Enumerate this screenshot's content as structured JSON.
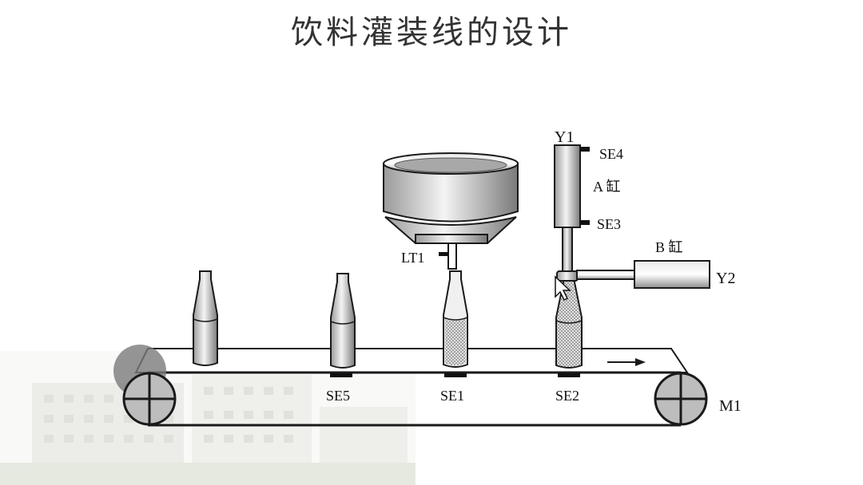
{
  "title": "饮料灌装线的设计",
  "labels": {
    "y1": "Y1",
    "se4": "SE4",
    "cyl_a": "A 缸",
    "se3": "SE3",
    "cyl_b": "B 缸",
    "y2": "Y2",
    "lt1": "LT1",
    "se5": "SE5",
    "se1": "SE1",
    "se2": "SE2",
    "m1": "M1"
  },
  "colors": {
    "line": "#1a1a1a",
    "fill_dots": "#9a9a9a",
    "metal_dark": "#8a8a8a",
    "metal_light": "#f2f2f2"
  }
}
